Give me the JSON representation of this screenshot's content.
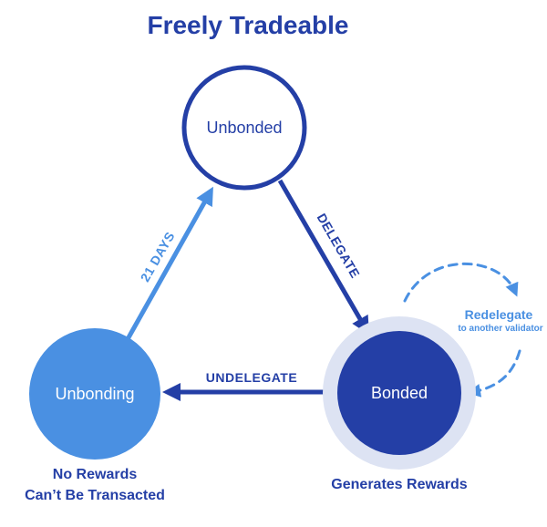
{
  "title": "Freely Tradeable",
  "nodes": {
    "unbonded": {
      "label": "Unbonded"
    },
    "unbonding": {
      "label": "Unbonding",
      "caption_line1": "No Rewards",
      "caption_line2": "Can’t Be Transacted"
    },
    "bonded": {
      "label": "Bonded",
      "caption": "Generates Rewards"
    }
  },
  "edges": {
    "delegate": "DELEGATE",
    "undelegate": "UNDELEGATE",
    "unbonding_period": "21 DAYS"
  },
  "redelegate": {
    "title": "Redelegate",
    "subtitle": "to another validator"
  },
  "colors": {
    "dark_blue": "#243fa6",
    "light_blue": "#4a90e2",
    "halo": "#dde3f3"
  }
}
